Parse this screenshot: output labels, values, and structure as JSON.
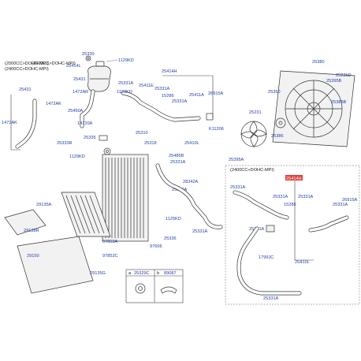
{
  "notes": {
    "top_left": "(2000CC>DOHC-MPI)",
    "top_left_overlay": "(2400CC>DOHC-MPI)",
    "top_left_2": "(2400CC>DOHC-MPI)",
    "right_box": "(2400CC+DOHC-MPI)"
  },
  "labels": {
    "l25330": "25330",
    "l25414": "25414L",
    "l1129kd_top": "1129KD",
    "l25431_a": "25431",
    "l25431_b": "25431",
    "l1472ar": "1472AR",
    "l1472ak_a": "1472AK",
    "l1472ak_b": "1472AK",
    "l25450a": "25450A",
    "l14720a": "14720A",
    "l25335": "25335",
    "l25333r": "25333R",
    "l1129kd_mid": "1129KD",
    "l1129kd_2": "1129KD",
    "l25331a_1": "25331A",
    "l25411e": "25411E",
    "l25414h": "25414H",
    "l25331a_2": "25331A",
    "l15286": "15286",
    "l25331a_3": "25331A",
    "l25411a": "25411A",
    "l26915a": "26915A",
    "l11206": "K11206",
    "l25310": "25310",
    "l25318": "25318",
    "l25410l": "25410L",
    "l25485b": "25485B",
    "l25331a_4": "25331A",
    "l28342a": "28342A",
    "l25331a_5": "25331A",
    "l1125kd": "1125KD",
    "l25331a_6": "25331A",
    "l25336": "25336",
    "l97606": "97606",
    "l97853a": "97853A",
    "l97852c": "97852C",
    "l29135a": "29135A",
    "l29138r": "29138R",
    "l29150": "29150",
    "l29135g": "29135G",
    "l25380": "25380",
    "l25235d": "25235D",
    "l25395b": "25395B",
    "l25350": "25350",
    "l25385b": "25385B",
    "l25231": "25231",
    "l25386": "25386",
    "l25395a": "25395A",
    "l25414h_r": "25414H",
    "l25331a_r1": "25331A",
    "l25331a_r2": "25331A",
    "l25331a_r3": "25331A",
    "l15286_r": "15286",
    "l26915a_r": "26915A",
    "l25331a_r4": "25331A",
    "l25331a_r5": "25331A",
    "l1799jc": "1799JC",
    "l25410l_r": "25410L",
    "l25331a_r6": "25331A",
    "legend_a": "a",
    "legend_b": "b",
    "legend_a_code": "25329C",
    "legend_b_code": "89087"
  },
  "colors": {
    "label_blue": "#1f3fa8",
    "highlight_red": "#e0403a"
  }
}
